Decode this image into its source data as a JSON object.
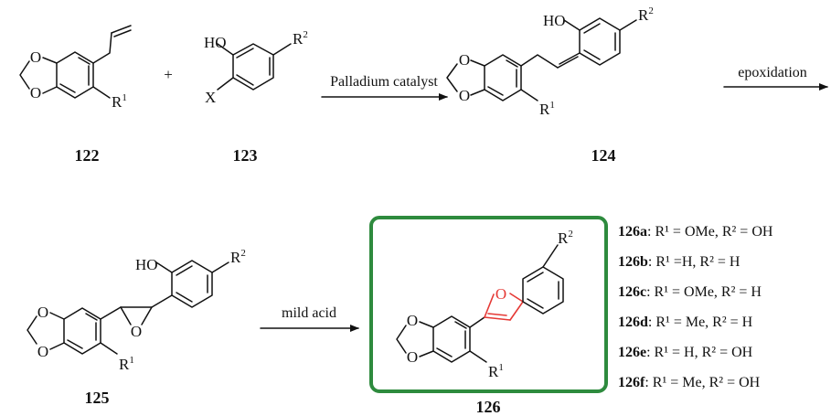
{
  "colors": {
    "highlight": "#e53935",
    "box": "#2e8b3e",
    "ink": "#111111"
  },
  "compounds": {
    "c122": {
      "label": "122",
      "r1": "R",
      "r1_sup": "1"
    },
    "c123": {
      "label": "123",
      "ho": "HO",
      "x": "X",
      "r2": "R",
      "r2_sup": "2",
      "plus": "+"
    },
    "c124": {
      "label": "124",
      "ho": "HO",
      "r1": "R",
      "r1_sup": "1",
      "r2": "R",
      "r2_sup": "2"
    },
    "c125": {
      "label": "125",
      "ho": "HO",
      "r1": "R",
      "r1_sup": "1",
      "r2": "R",
      "r2_sup": "2"
    },
    "c126": {
      "label": "126",
      "r1": "R",
      "r1_sup": "1",
      "r2": "R",
      "r2_sup": "2"
    }
  },
  "atoms": {
    "oxygen": "O"
  },
  "arrows": {
    "step1": "Palladium catalyst",
    "step2": "epoxidation",
    "step3": "mild acid"
  },
  "substituents": [
    {
      "id": "126a",
      "text": ": R¹ = OMe, R² = OH"
    },
    {
      "id": "126b",
      "text": ": R¹ =H, R² = H"
    },
    {
      "id": "126c",
      "text": ": R¹ = OMe, R² = H"
    },
    {
      "id": "126d",
      "text": ": R¹ = Me, R² = H"
    },
    {
      "id": "126e",
      "text": ": R¹ =  H, R² = OH"
    },
    {
      "id": "126f",
      "text": ": R¹ = Me, R² = OH"
    }
  ]
}
